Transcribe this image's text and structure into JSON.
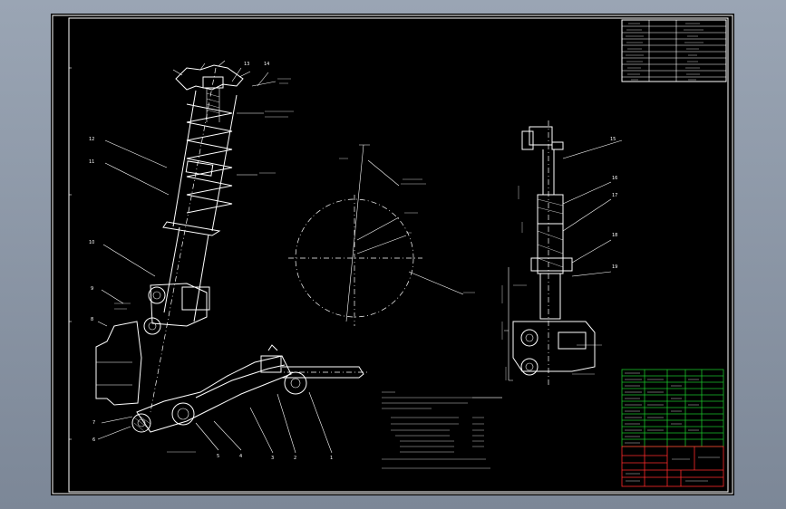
{
  "drawing": {
    "part_labels": [
      "1",
      "2",
      "3",
      "4",
      "5",
      "6",
      "7",
      "8",
      "9",
      "10",
      "11",
      "12",
      "13",
      "14",
      "15",
      "16",
      "17",
      "18",
      "19"
    ],
    "colors": {
      "background": "#000000",
      "lines": "#ffffff",
      "table_grid": "#19c02a",
      "title_marks": "#ff2a2a",
      "viewport": "#8a95a4"
    }
  }
}
